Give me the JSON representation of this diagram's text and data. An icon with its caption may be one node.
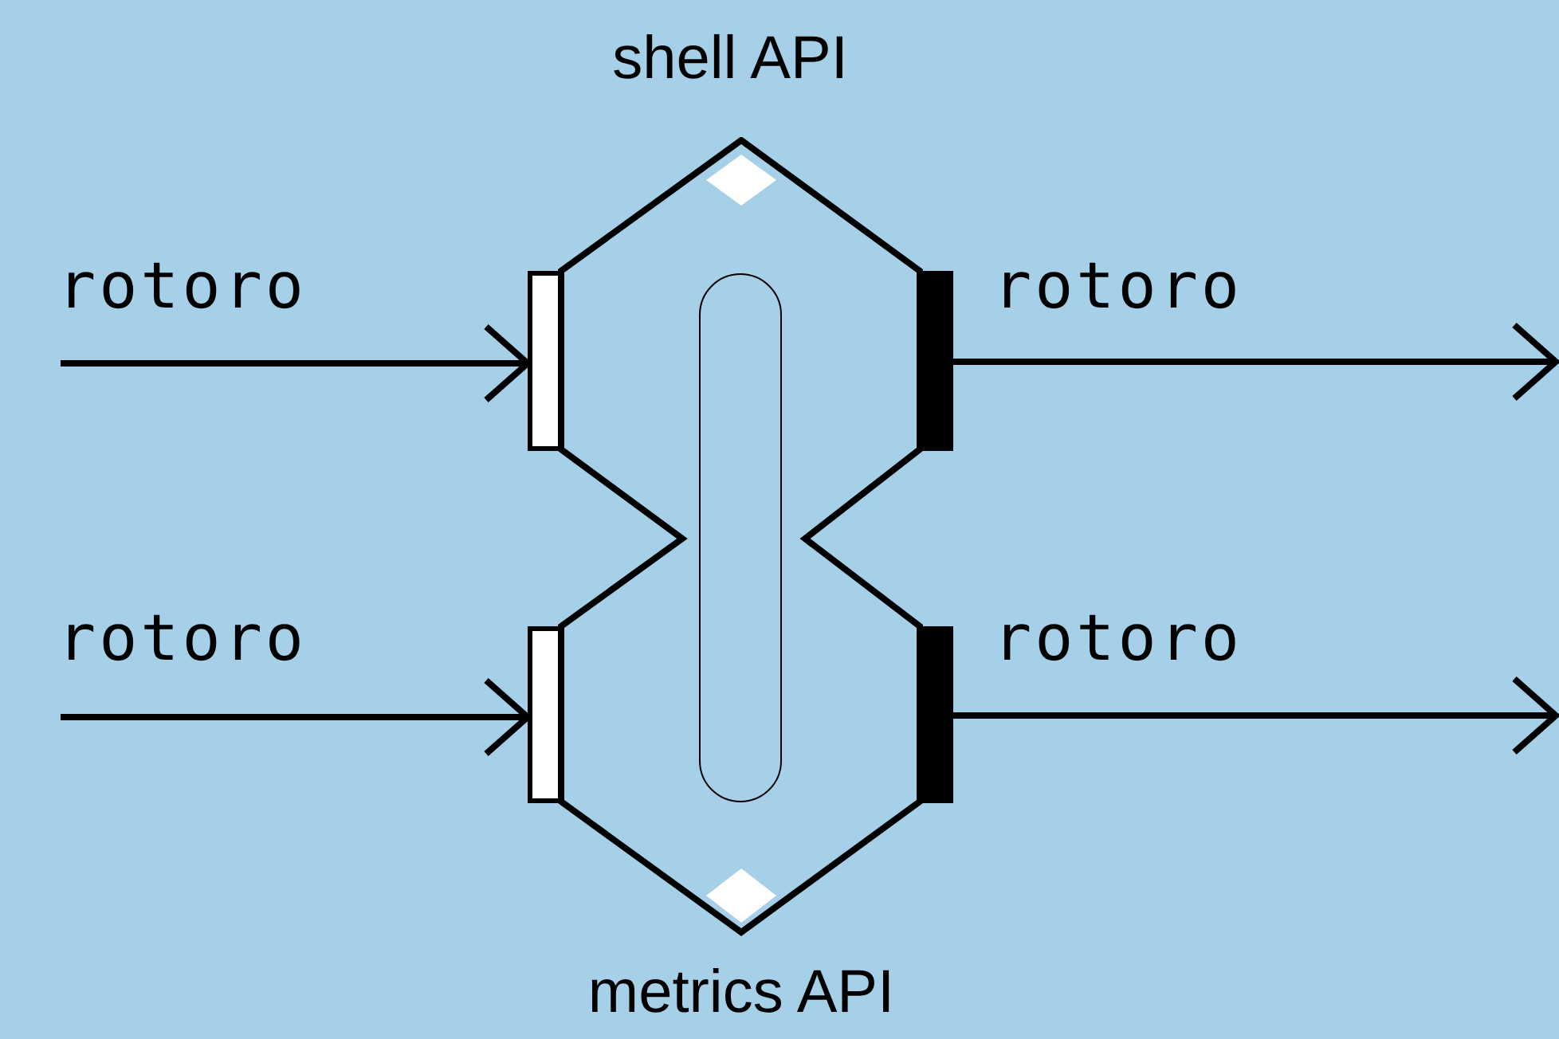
{
  "diagram": {
    "nodes": [
      {
        "text": [],
        "shape": "box"
      },
      {
        "text": [],
        "shape": "bar"
      },
      {
        "text": [],
        "shape": "bar"
      },
      {
        "text": [],
        "shape": "bar"
      },
      {
        "text": [],
        "shape": "bar"
      }
    ],
    "edges": [
      {
        "from": null,
        "to": 1,
        "arrow": "to",
        "label": "rotoro"
      },
      {
        "from": null,
        "to": 2,
        "arrow": "to",
        "label": "rotoro"
      },
      {
        "from": 3,
        "to": null,
        "arrow": "to",
        "label": "rotoro"
      },
      {
        "from": 4,
        "to": null,
        "arrow": "to",
        "label": "rotoro"
      }
    ],
    "labels": [
      "shell API",
      "metrics API"
    ]
  }
}
